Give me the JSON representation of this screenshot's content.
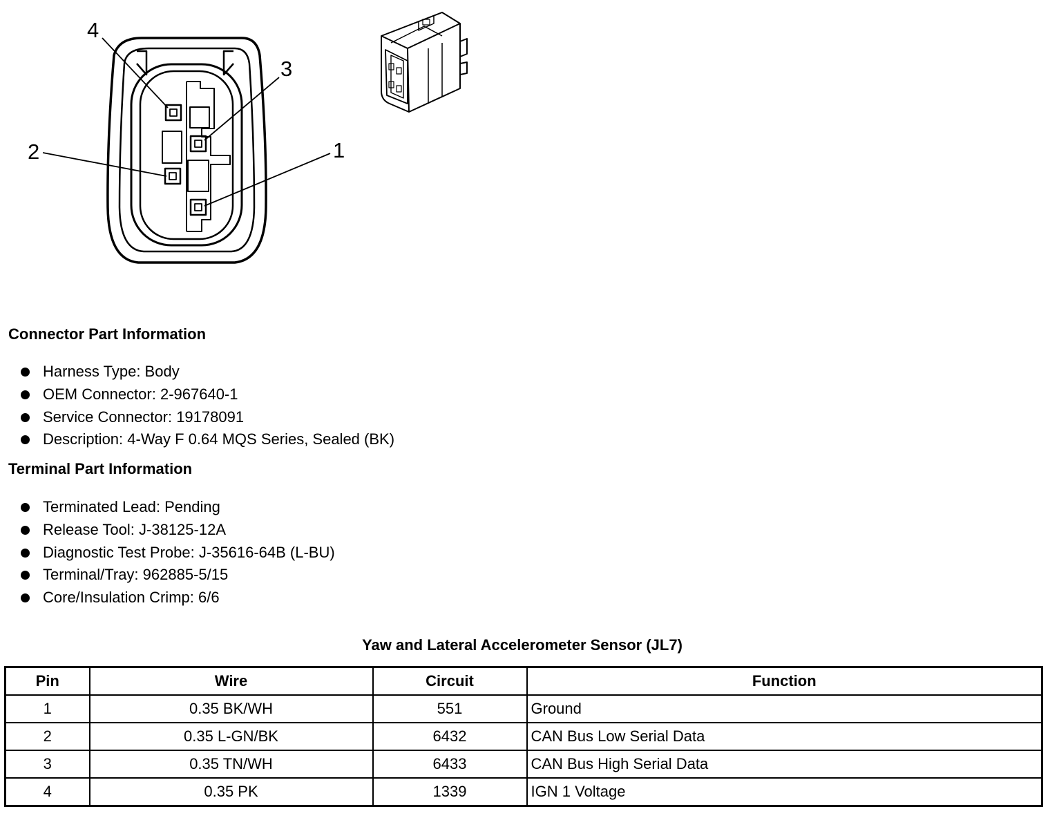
{
  "diagram": {
    "pin_labels": [
      "1",
      "2",
      "3",
      "4"
    ]
  },
  "connector_info": {
    "title": "Connector Part Information",
    "items": [
      "Harness Type: Body",
      "OEM Connector: 2-967640-1",
      "Service Connector: 19178091",
      "Description: 4-Way F 0.64 MQS Series, Sealed (BK)"
    ]
  },
  "terminal_info": {
    "title": "Terminal Part Information",
    "items": [
      "Terminated Lead: Pending",
      "Release Tool: J-38125-12A",
      "Diagnostic Test Probe: J-35616-64B (L-BU)",
      "Terminal/Tray: 962885-5/15",
      "Core/Insulation Crimp: 6/6"
    ]
  },
  "pin_table": {
    "title": "Yaw and Lateral Accelerometer Sensor (JL7)",
    "headers": [
      "Pin",
      "Wire",
      "Circuit",
      "Function"
    ],
    "rows": [
      [
        "1",
        "0.35 BK/WH",
        "551",
        "Ground"
      ],
      [
        "2",
        "0.35 L-GN/BK",
        "6432",
        "CAN Bus Low Serial Data"
      ],
      [
        "3",
        "0.35 TN/WH",
        "6433",
        "CAN Bus High Serial Data"
      ],
      [
        "4",
        "0.35 PK",
        "1339",
        "IGN 1 Voltage"
      ]
    ]
  }
}
